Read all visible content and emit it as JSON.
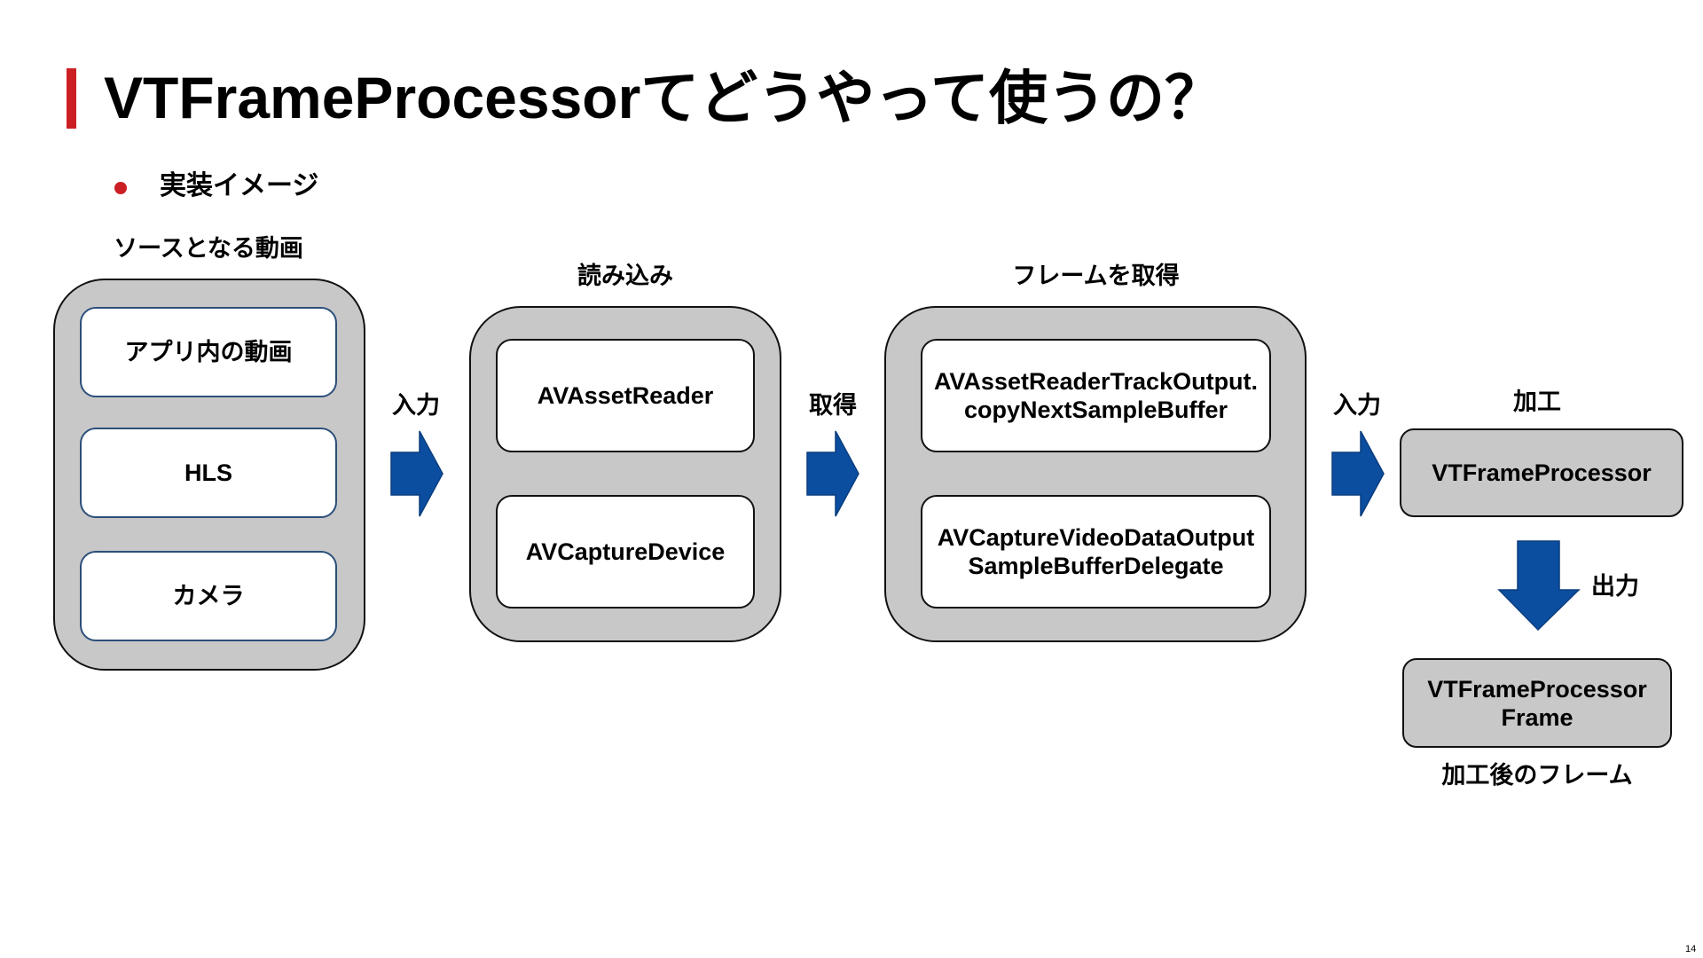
{
  "slide": {
    "title": "VTFrameProcessorてどうやって使うの？",
    "bullet": "実装イメージ",
    "page_number": "14"
  },
  "diagram": {
    "source": {
      "label": "ソースとなる動画",
      "items": [
        "アプリ内の動画",
        "HLS",
        "カメラ"
      ]
    },
    "arrow1_label": "入力",
    "reader": {
      "label": "読み込み",
      "items": [
        "AVAssetReader",
        "AVCaptureDevice"
      ]
    },
    "arrow2_label": "取得",
    "frames": {
      "label": "フレームを取得",
      "items": [
        "AVAssetReaderTrackOutput.copyNextSampleBuffer",
        "AVCaptureVideoDataOutputSampleBufferDelegate"
      ]
    },
    "arrow3_label": "入力",
    "process": {
      "label": "加工",
      "box": "VTFrameProcessor"
    },
    "output_arrow_label": "出力",
    "output": {
      "box": "VTFrameProcessorFrame",
      "label": "加工後のフレーム"
    },
    "colors": {
      "arrow": "#0b4ea0",
      "group_fill": "#c8c8c8",
      "accent": "#cc1f24"
    }
  }
}
